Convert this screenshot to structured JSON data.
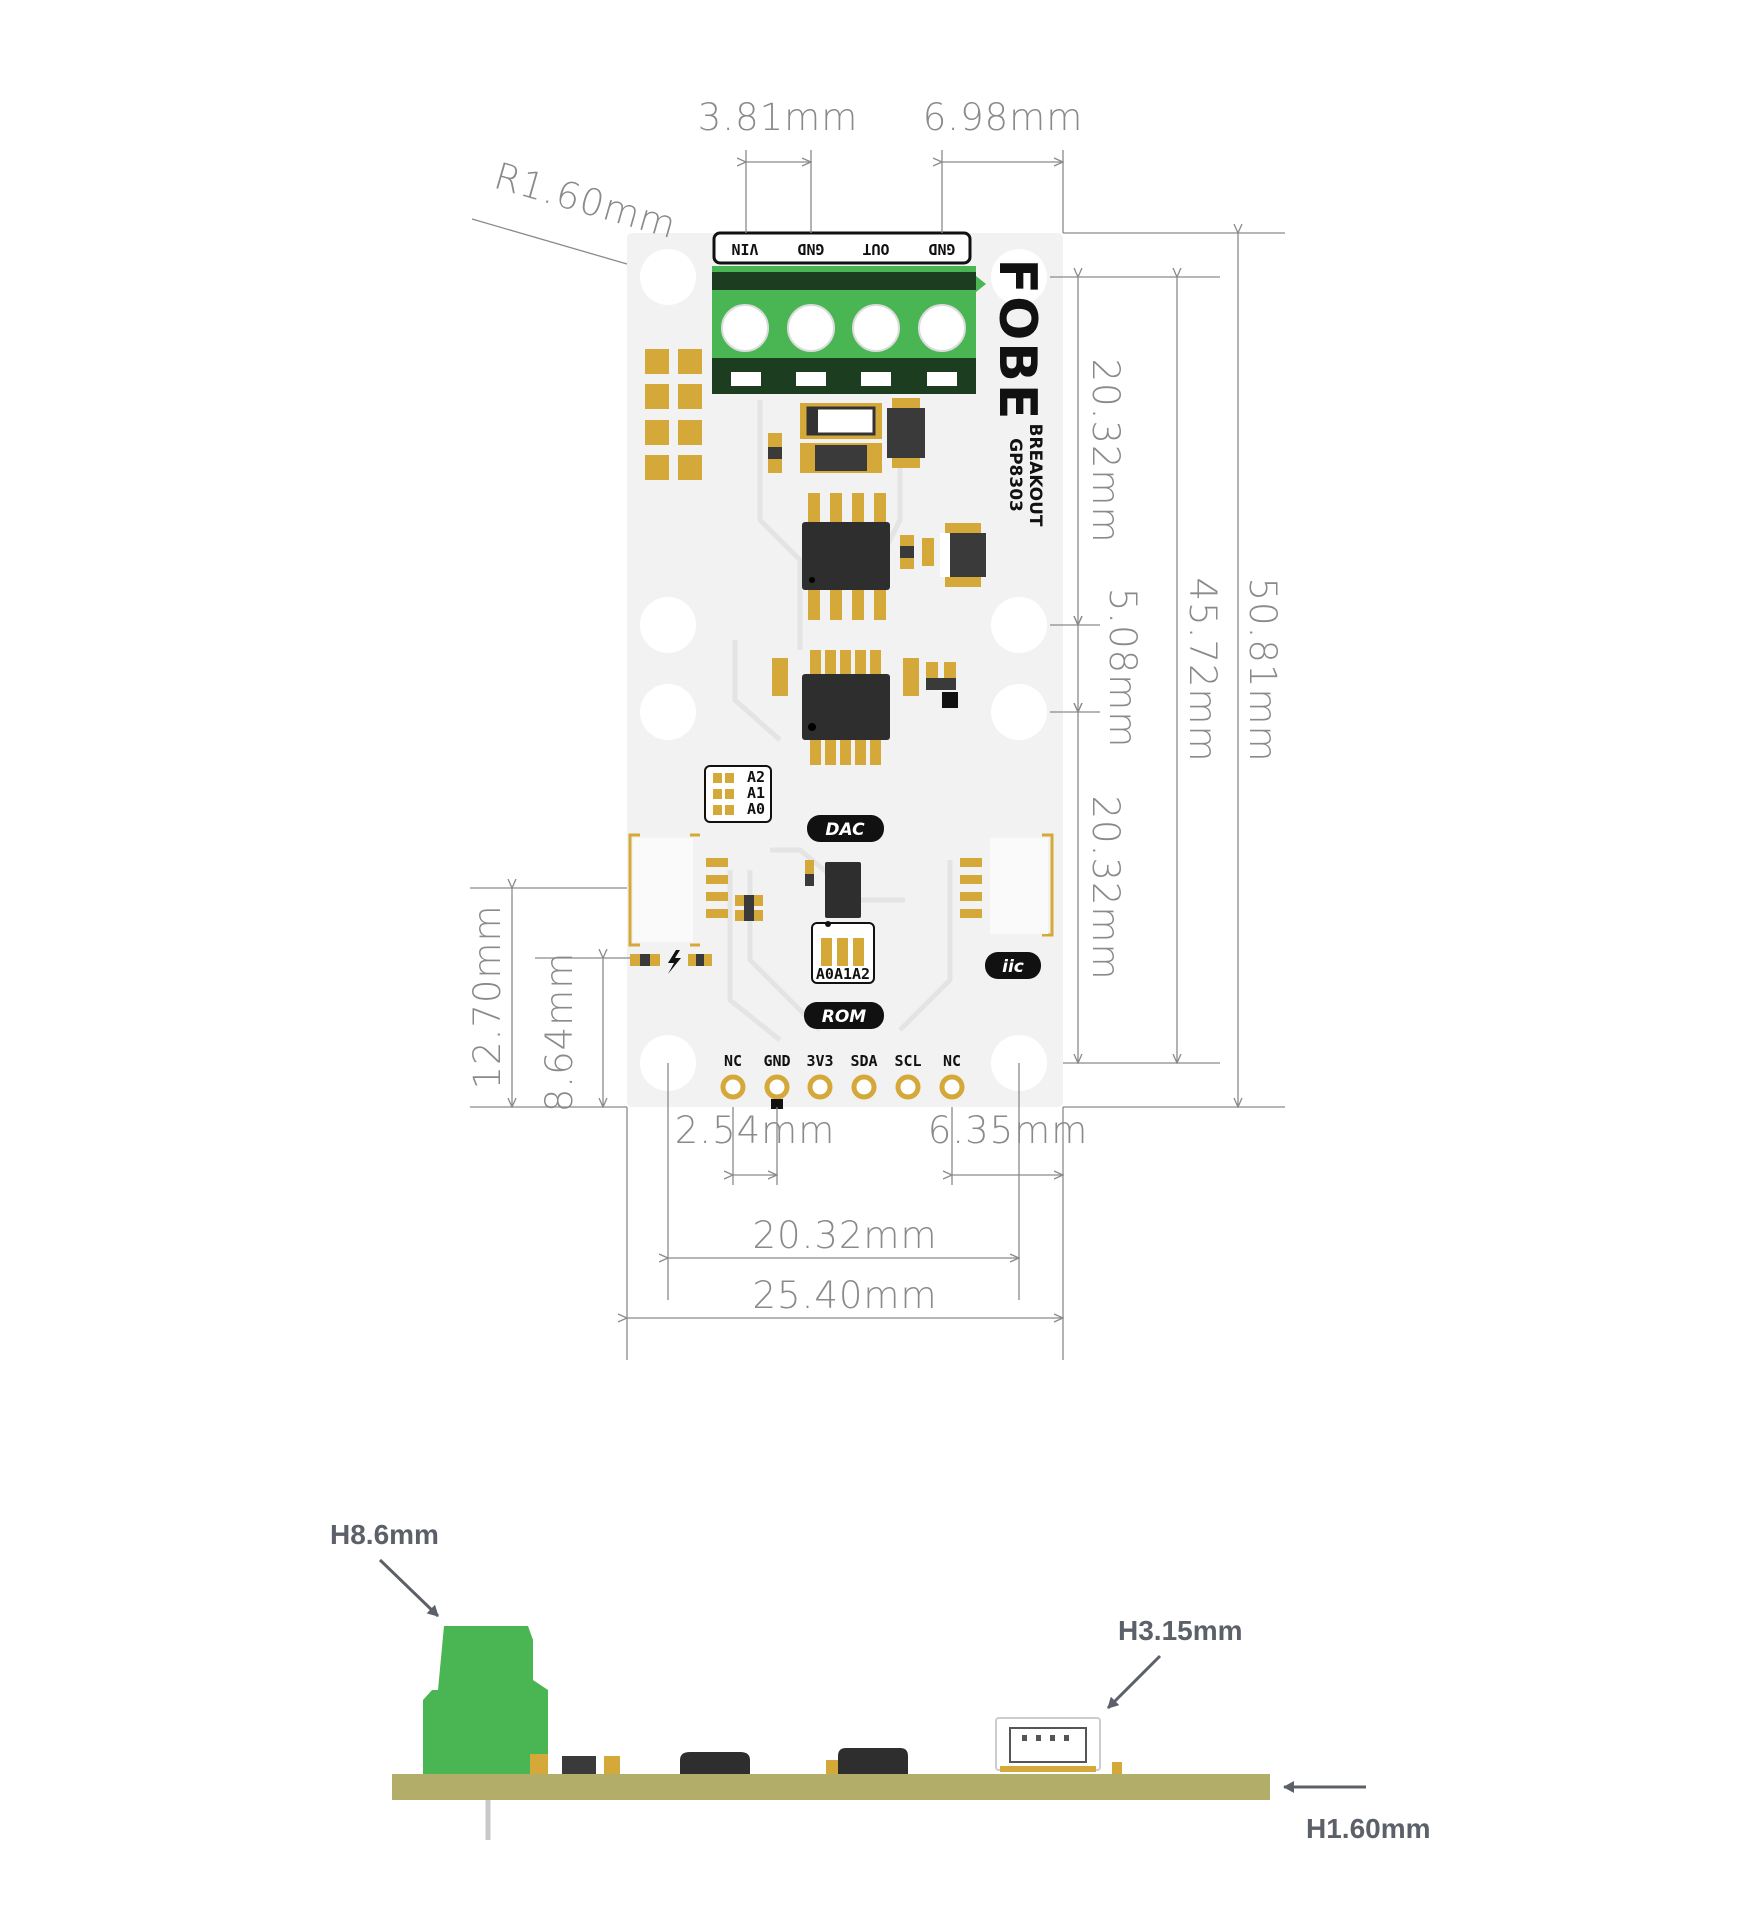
{
  "top_view": {
    "dimensions": {
      "terminal_pitch": "3.81mm",
      "terminal_edge": "6.98mm",
      "corner_radius": "R1.60mm",
      "hole_spacing_upper": "20.32mm",
      "hole_spacing_mid": "5.08mm",
      "hole_spacing_lower": "20.32mm",
      "hole_span_vertical": "45.72mm",
      "board_height": "50.81mm",
      "connector_height": "12.70mm",
      "connector_offset": "8.64mm",
      "header_pitch": "2.54mm",
      "header_edge": "6.35mm",
      "hole_span_horizontal": "20.32mm",
      "board_width": "25.40mm"
    },
    "terminal_labels": [
      "VIN",
      "GND",
      "OUT",
      "GND"
    ],
    "header_pins": [
      "NC",
      "GND",
      "3V3",
      "SDA",
      "SCL",
      "NC"
    ],
    "brand": "FOBE",
    "product_lines": [
      "BREAKOUT",
      "GP8303"
    ],
    "address_pads": [
      "A2",
      "A1",
      "A0"
    ],
    "rom_pads_label": "A0A1A2",
    "section_tags": {
      "dac": "DAC",
      "rom": "ROM",
      "iic": "iic"
    }
  },
  "side_view": {
    "heights": {
      "terminal": "H8.6mm",
      "connector": "H3.15mm",
      "pcb": "H1.60mm"
    }
  },
  "colors": {
    "pcb_top": "#f2f2f2",
    "terminal_green": "#4ab553",
    "terminal_dark": "#1c3d1f",
    "gold": "#d4a93a",
    "pcb_side": "#b3ad6a",
    "dim_line": "#8a8a8a",
    "annotation_arrow": "#5c6068"
  }
}
